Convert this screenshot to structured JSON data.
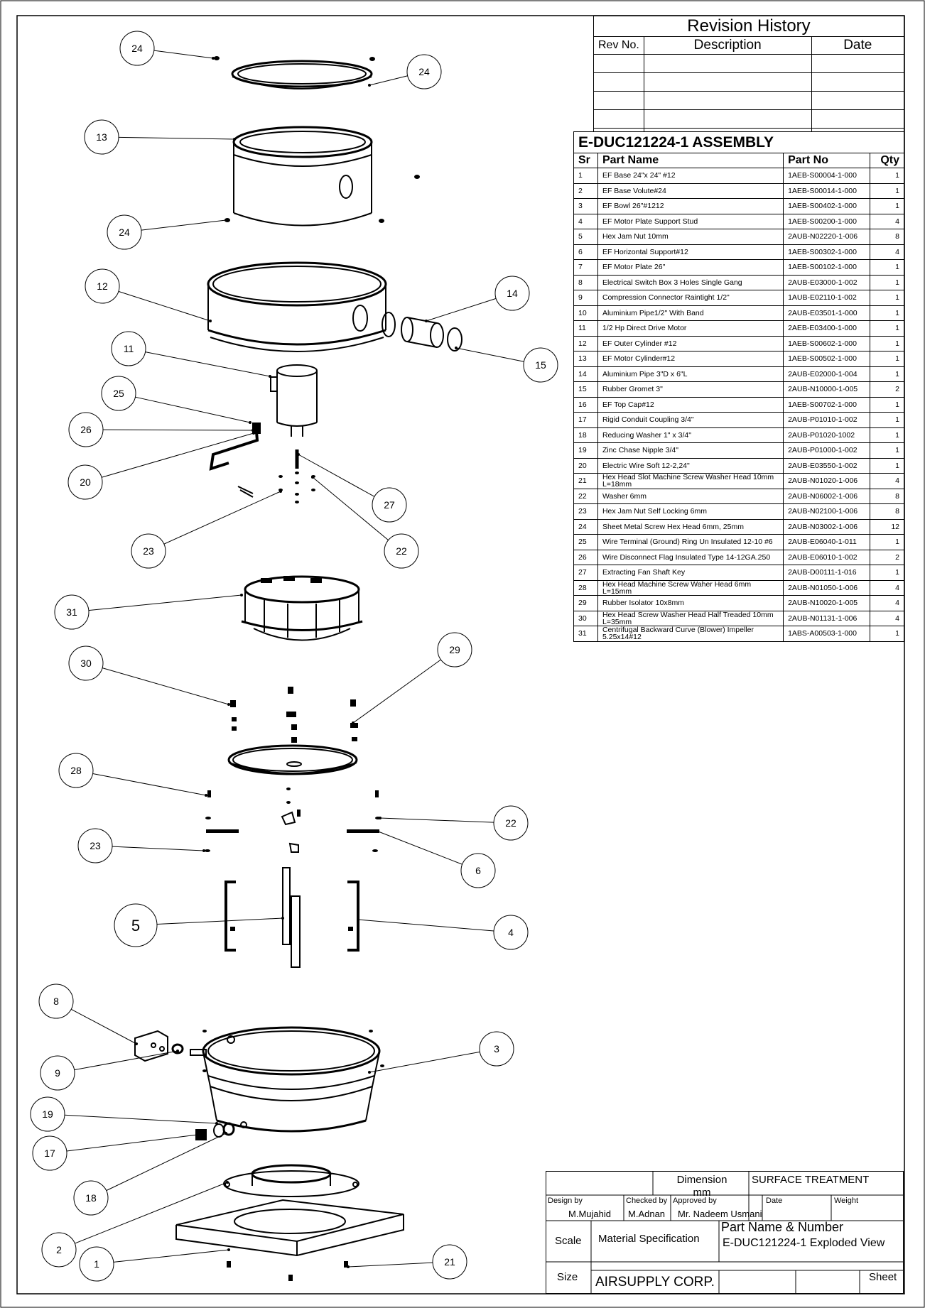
{
  "revision_history": {
    "title": "Revision History",
    "columns": [
      "Rev No.",
      "Description",
      "Date"
    ],
    "empty_rows": 5
  },
  "assembly": {
    "title": "E-DUC121224-1 ASSEMBLY",
    "columns": [
      "Sr",
      "Part Name",
      "Part No",
      "Qty"
    ],
    "rows": [
      {
        "sr": "1",
        "name": "EF Base 24\"x 24\" #12",
        "part_no": "1AEB-S00004-1-000",
        "qty": "1"
      },
      {
        "sr": "2",
        "name": "EF Base Volute#24",
        "part_no": "1AEB-S00014-1-000",
        "qty": "1"
      },
      {
        "sr": "3",
        "name": "EF Bowl 26\"#1212",
        "part_no": "1AEB-S00402-1-000",
        "qty": "1"
      },
      {
        "sr": "4",
        "name": "EF Motor Plate Support Stud",
        "part_no": "1AEB-S00200-1-000",
        "qty": "4"
      },
      {
        "sr": "5",
        "name": "Hex Jam Nut 10mm",
        "part_no": "2AUB-N02220-1-006",
        "qty": "8"
      },
      {
        "sr": "6",
        "name": "EF Horizontal Support#12",
        "part_no": "1AEB-S00302-1-000",
        "qty": "4"
      },
      {
        "sr": "7",
        "name": "EF Motor Plate 26\"",
        "part_no": "1AEB-S00102-1-000",
        "qty": "1"
      },
      {
        "sr": "8",
        "name": "Electrical Switch Box 3 Holes Single Gang",
        "part_no": "2AUB-E03000-1-002",
        "qty": "1"
      },
      {
        "sr": "9",
        "name": "Compression Connector Raintight 1/2\"",
        "part_no": "1AUB-E02110-1-002",
        "qty": "1"
      },
      {
        "sr": "10",
        "name": "Aluminium Pipe1/2\" With Band",
        "part_no": "2AUB-E03501-1-000",
        "qty": "1"
      },
      {
        "sr": "11",
        "name": "1/2 Hp Direct Drive Motor",
        "part_no": "2AEB-E03400-1-000",
        "qty": "1"
      },
      {
        "sr": "12",
        "name": "EF Outer Cylinder #12",
        "part_no": "1AEB-S00602-1-000",
        "qty": "1"
      },
      {
        "sr": "13",
        "name": "EF Motor Cylinder#12",
        "part_no": "1AEB-S00502-1-000",
        "qty": "1"
      },
      {
        "sr": "14",
        "name": "Aluminium Pipe 3\"D  x 6\"L",
        "part_no": "2AUB-E02000-1-004",
        "qty": "1"
      },
      {
        "sr": "15",
        "name": "Rubber Gromet 3\"",
        "part_no": "2AUB-N10000-1-005",
        "qty": "2"
      },
      {
        "sr": "16",
        "name": "EF Top Cap#12",
        "part_no": "1AEB-S00702-1-000",
        "qty": "1"
      },
      {
        "sr": "17",
        "name": "Rigid Conduit Coupling 3/4\"",
        "part_no": "2AUB-P01010-1-002",
        "qty": "1"
      },
      {
        "sr": "18",
        "name": "Reducing Washer 1\" x 3/4\"",
        "part_no": "2AUB-P01020-1002",
        "qty": "1"
      },
      {
        "sr": "19",
        "name": "Zinc Chase Nipple 3/4\"",
        "part_no": "2AUB-P01000-1-002",
        "qty": "1"
      },
      {
        "sr": "20",
        "name": "Electric Wire Soft 12-2,24\"",
        "part_no": "2AUB-E03550-1-002",
        "qty": "1"
      },
      {
        "sr": "21",
        "name": "Hex Head Slot Machine Screw Washer Head 10mm L=18mm",
        "part_no": "2AUB-N01020-1-006",
        "qty": "4"
      },
      {
        "sr": "22",
        "name": "Washer 6mm",
        "part_no": "2AUB-N06002-1-006",
        "qty": "8"
      },
      {
        "sr": "23",
        "name": "Hex Jam Nut Self Locking 6mm",
        "part_no": "2AUB-N02100-1-006",
        "qty": "8"
      },
      {
        "sr": "24",
        "name": "Sheet Metal Screw Hex Head 6mm, 25mm",
        "part_no": "2AUB-N03002-1-006",
        "qty": "12"
      },
      {
        "sr": "25",
        "name": "Wire Terminal (Ground) Ring Un Insulated 12-10 #6",
        "part_no": "2AUB-E06040-1-011",
        "qty": "1"
      },
      {
        "sr": "26",
        "name": "Wire Disconnect Flag Insulated Type 14-12GA.250",
        "part_no": "2AUB-E06010-1-002",
        "qty": "2"
      },
      {
        "sr": "27",
        "name": "Extracting Fan Shaft Key",
        "part_no": "2AUB-D00111-1-016",
        "qty": "1"
      },
      {
        "sr": "28",
        "name": "Hex Head Machine Screw Waher Head 6mm L=15mm",
        "part_no": "2AUB-N01050-1-006",
        "qty": "4"
      },
      {
        "sr": "29",
        "name": "Rubber Isolator 10x8mm",
        "part_no": "2AUB-N10020-1-005",
        "qty": "4"
      },
      {
        "sr": "30",
        "name": "Hex Head Screw Washer Head Half Treaded 10mm L=35mm",
        "part_no": "2AUB-N01131-1-006",
        "qty": "4"
      },
      {
        "sr": "31",
        "name": "Centrifugal Backward Curve (Blower) Impeller 5.25x14#12",
        "part_no": "1ABS-A00503-1-000",
        "qty": "1"
      }
    ]
  },
  "title_block": {
    "dimension_label": "Dimension mm",
    "surface_treatment_label": "SURFACE TREATMENT",
    "design_by_label": "Design by",
    "design_by": "M.Mujahid",
    "checked_by_label": "Checked by",
    "checked_by": "M.Adnan",
    "approved_by_label": "Approved by",
    "approved_by": "Mr. Nadeem Usmani",
    "date_label": "Date",
    "weight_label": "Weight",
    "scale_label": "Scale",
    "material_label": "Material Specification",
    "part_name_label": "Part Name & Number",
    "part_name": "E-DUC121224-1 Exploded View",
    "size_label": "Size",
    "company": "AIRSUPPLY CORP.",
    "sheet_label": "Sheet"
  },
  "balloons": [
    "24",
    "24",
    "13",
    "24",
    "12",
    "14",
    "15",
    "11",
    "25",
    "26",
    "20",
    "27",
    "22",
    "23",
    "31",
    "30",
    "29",
    "28",
    "22",
    "23",
    "6",
    "5",
    "4",
    "8",
    "3",
    "9",
    "19",
    "17",
    "18",
    "2",
    "1",
    "21"
  ]
}
